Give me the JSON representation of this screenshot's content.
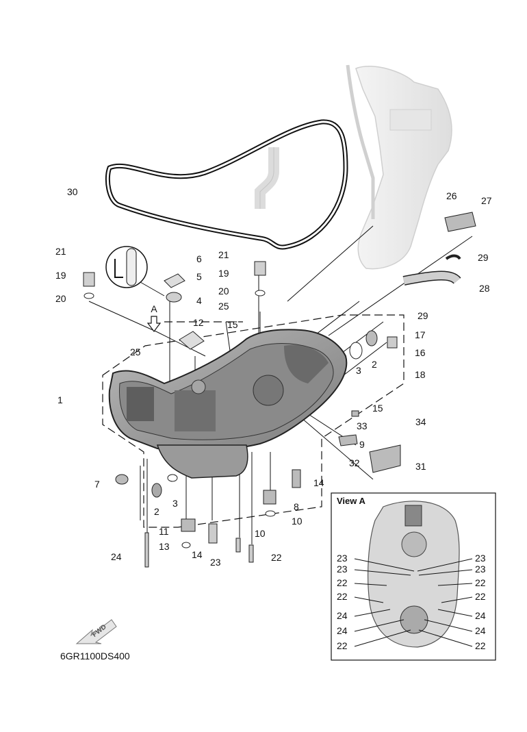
{
  "drawing_number": "6GR1100DS400",
  "view_a": {
    "title": "View A"
  },
  "arrow_a": {
    "letter": "A"
  },
  "fwd": {
    "label": "FWD"
  },
  "callouts": {
    "c1": "1",
    "c2a": "2",
    "c2b": "2",
    "c3a": "3",
    "c3b": "3",
    "c4": "4",
    "c5": "5",
    "c6": "6",
    "c7": "7",
    "c8": "8",
    "c9": "9",
    "c10a": "10",
    "c10b": "10",
    "c11": "11",
    "c12": "12",
    "c13": "13",
    "c14a": "14",
    "c14b": "14",
    "c15a": "15",
    "c15b": "15",
    "c16": "16",
    "c17": "17",
    "c18": "18",
    "c19a": "19",
    "c19b": "19",
    "c20a": "20",
    "c20b": "20",
    "c21a": "21",
    "c21b": "21",
    "c22a": "22",
    "c23a": "23",
    "c24a": "24",
    "c25a": "25",
    "c25b": "25",
    "c26": "26",
    "c27": "27",
    "c28": "28",
    "c29a": "29",
    "c29b": "29",
    "c30": "30",
    "c31": "31",
    "c32": "32",
    "c33": "33",
    "c34": "34"
  },
  "view_a_callouts": {
    "l1": "23",
    "l2": "23",
    "l3": "22",
    "l4": "22",
    "l5": "24",
    "l6": "24",
    "l7": "22",
    "r1": "23",
    "r2": "23",
    "r3": "22",
    "r4": "22",
    "r5": "24",
    "r6": "24",
    "r7": "22"
  }
}
